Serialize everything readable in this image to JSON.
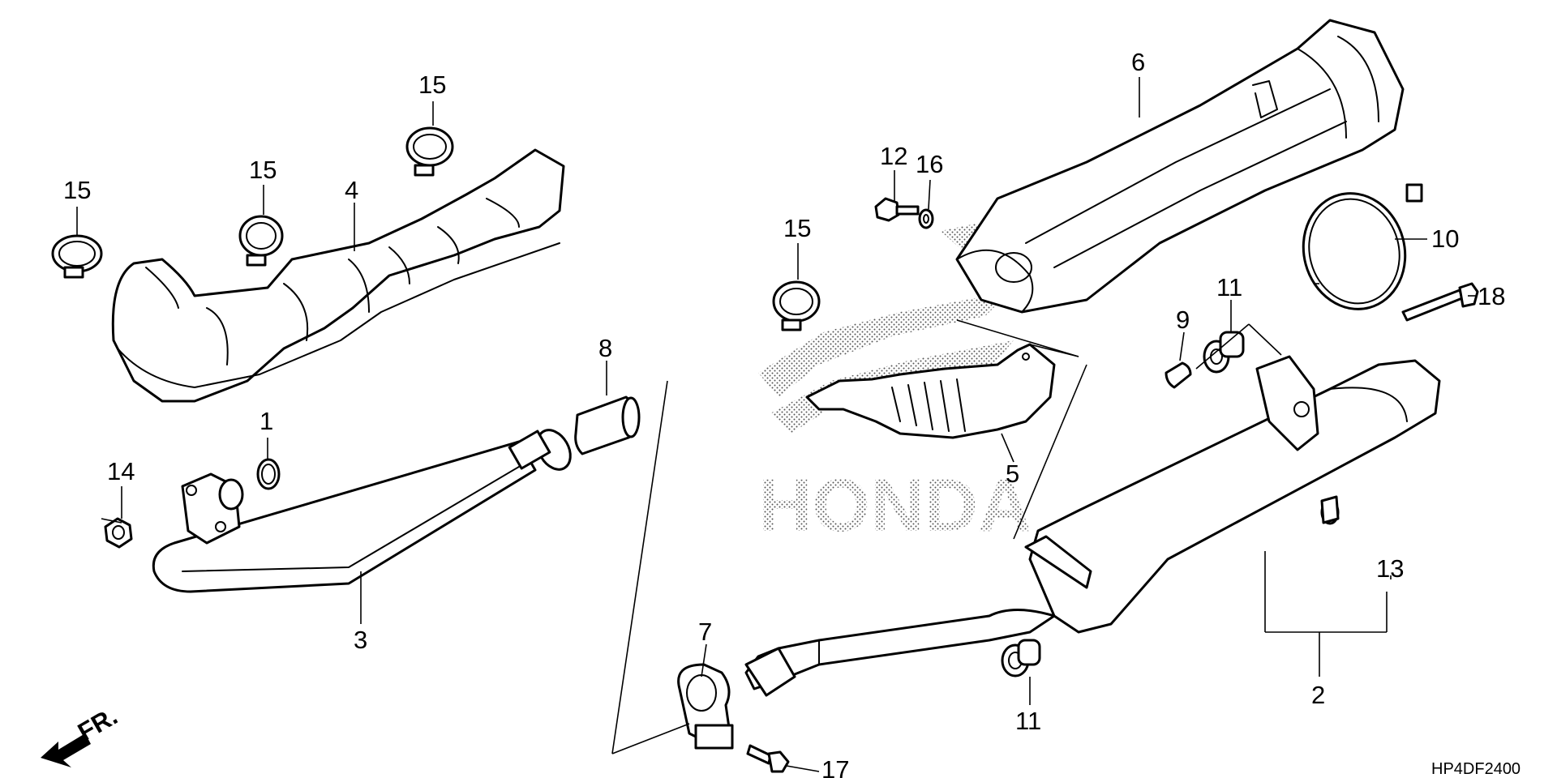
{
  "diagram": {
    "code": "HP4DF2400",
    "front_arrow_label": "FR.",
    "watermark_text": "HONDA",
    "callouts": [
      {
        "id": "c1",
        "label": "1"
      },
      {
        "id": "c2",
        "label": "2"
      },
      {
        "id": "c3",
        "label": "3"
      },
      {
        "id": "c4",
        "label": "4"
      },
      {
        "id": "c5",
        "label": "5"
      },
      {
        "id": "c6",
        "label": "6"
      },
      {
        "id": "c7",
        "label": "7"
      },
      {
        "id": "c8",
        "label": "8"
      },
      {
        "id": "c9",
        "label": "9"
      },
      {
        "id": "c10",
        "label": "10"
      },
      {
        "id": "c11a",
        "label": "11"
      },
      {
        "id": "c11b",
        "label": "11"
      },
      {
        "id": "c12",
        "label": "12"
      },
      {
        "id": "c13",
        "label": "13"
      },
      {
        "id": "c14",
        "label": "14"
      },
      {
        "id": "c15a",
        "label": "15"
      },
      {
        "id": "c15b",
        "label": "15"
      },
      {
        "id": "c15c",
        "label": "15"
      },
      {
        "id": "c15d",
        "label": "15"
      },
      {
        "id": "c16",
        "label": "16"
      },
      {
        "id": "c17",
        "label": "17"
      },
      {
        "id": "c18",
        "label": "18"
      }
    ]
  }
}
